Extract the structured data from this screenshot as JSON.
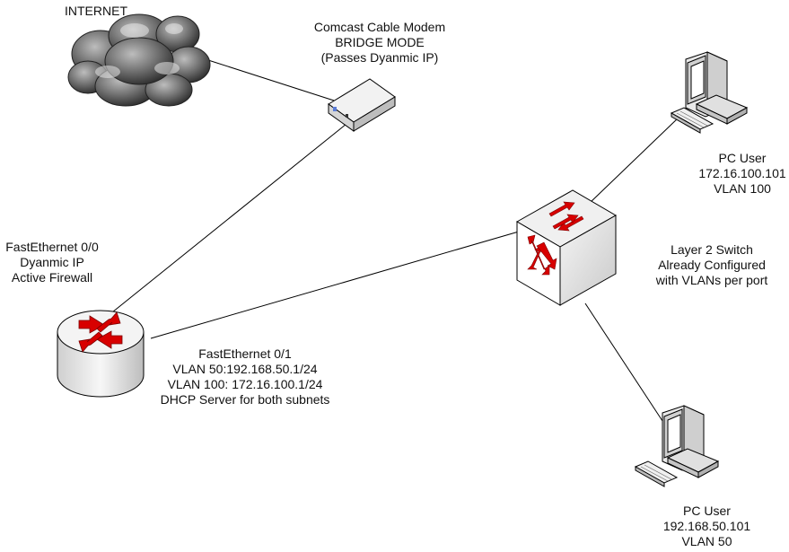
{
  "labels": {
    "internet": "INTERNET",
    "modem": [
      "Comcast Cable Modem",
      "BRIDGE MODE",
      "(Passes Dyanmic IP)"
    ],
    "router_wan": [
      "FastEthernet 0/0",
      "Dyanmic IP",
      "Active Firewall"
    ],
    "router_lan": [
      "FastEthernet 0/1",
      "VLAN 50:192.168.50.1/24",
      "VLAN 100: 172.16.100.1/24",
      "DHCP Server for both subnets"
    ],
    "switch": [
      "Layer 2 Switch",
      "Already Configured",
      "with VLANs per port"
    ],
    "pc_top": [
      "PC User",
      "172.16.100.101",
      "VLAN 100"
    ],
    "pc_bottom": [
      "PC User",
      "192.168.50.101",
      "VLAN 50"
    ]
  },
  "colors": {
    "line": "#000000",
    "arrow_red": "#d80000",
    "device_light": "#f2f2f2",
    "device_shade": "#c8c8c8",
    "cloud_dark": "#3a3a3a"
  },
  "icons": [
    "cloud-icon",
    "modem-icon",
    "router-icon",
    "switch-icon",
    "pc-icon"
  ]
}
